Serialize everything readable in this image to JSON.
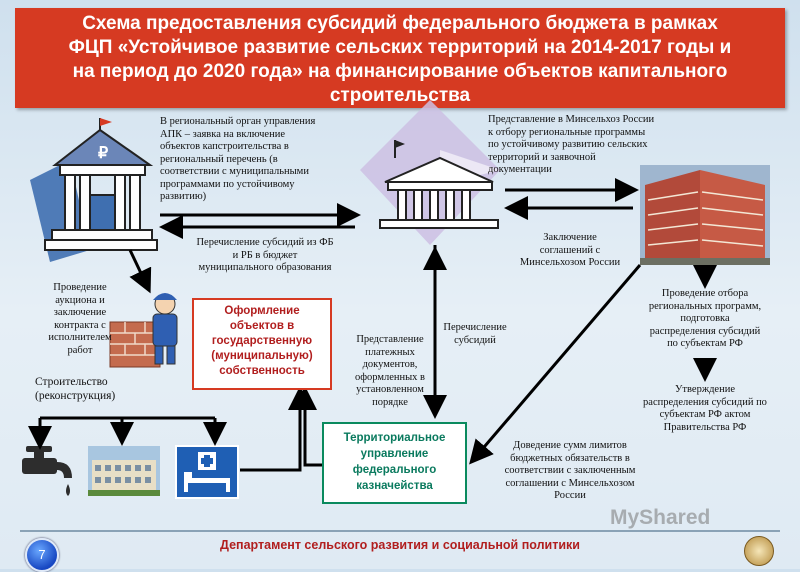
{
  "title": {
    "line1": "Схема предоставления субсидий федерального бюджета в рамках",
    "line2": "ФЦП «Устойчивое развитие сельских территорий на 2014-2017 годы и",
    "line3": "на период до 2020 года» на финансирование объектов капитального",
    "line4": "строительства"
  },
  "labels": {
    "regional_body": [
      "В региональный орган управления",
      "АПК – заявка на включение",
      "объектов капстроительства в",
      "региональный перечень (в",
      "соответствии с муниципальными",
      "программами по устойчивому",
      "развитию)"
    ],
    "ministry_submission": [
      "Представление в Минсельхоз России",
      "к отбору региональные программы",
      "по устойчивому развитию сельских",
      "территорий и заявочной",
      "документации"
    ],
    "transfer_subsidies": [
      "Перечисление субсидий из ФБ",
      "и РБ в бюджет",
      "муниципального образования"
    ],
    "agreements": [
      "Заключение",
      "соглашений с",
      "Минсельхозом России"
    ],
    "auction": [
      "Проведение",
      "аукциона и",
      "заключение",
      "контракта с",
      "исполнителем",
      "работ"
    ],
    "construction": [
      "Строительство",
      "(реконструкция)"
    ],
    "property_box": [
      "Оформление",
      "объектов в",
      "государственную",
      "(муниципальную)",
      "собственность"
    ],
    "payment_docs": [
      "Представление",
      "платежных",
      "документов,",
      "оформленных в",
      "установленном",
      "порядке"
    ],
    "transfer_short": [
      "Перечисление",
      "субсидий"
    ],
    "treasury_box": [
      "Территориальное",
      "управление",
      "федерального",
      "казначейства"
    ],
    "selection": [
      "Проведение отбора",
      "региональных программ,",
      "подготовка",
      "распределения субсидий",
      "по субъектам РФ"
    ],
    "approval": [
      "Утверждение",
      "распределения субсидий по",
      "субъектам РФ актом",
      "Правительства РФ"
    ],
    "limits": [
      "Доведение сумм лимитов",
      "бюджетных обязательств в",
      "соответствии с заключенным",
      "соглашении с Минсельхозом",
      "России"
    ]
  },
  "footer": {
    "page_number": "7",
    "department": "Департамент сельского развития и социальной политики",
    "watermark": "MyShared"
  },
  "colors": {
    "title_bg": "#d63a22",
    "box_red_border": "#d63a22",
    "box_green_border": "#0a8a5e",
    "arrow": "#000000"
  },
  "icons": [
    "bank-building-icon",
    "government-building-icon",
    "ministry-building-photo",
    "worker-bricks-icon",
    "water-tap-icon",
    "school-photo",
    "hospital-icon"
  ]
}
